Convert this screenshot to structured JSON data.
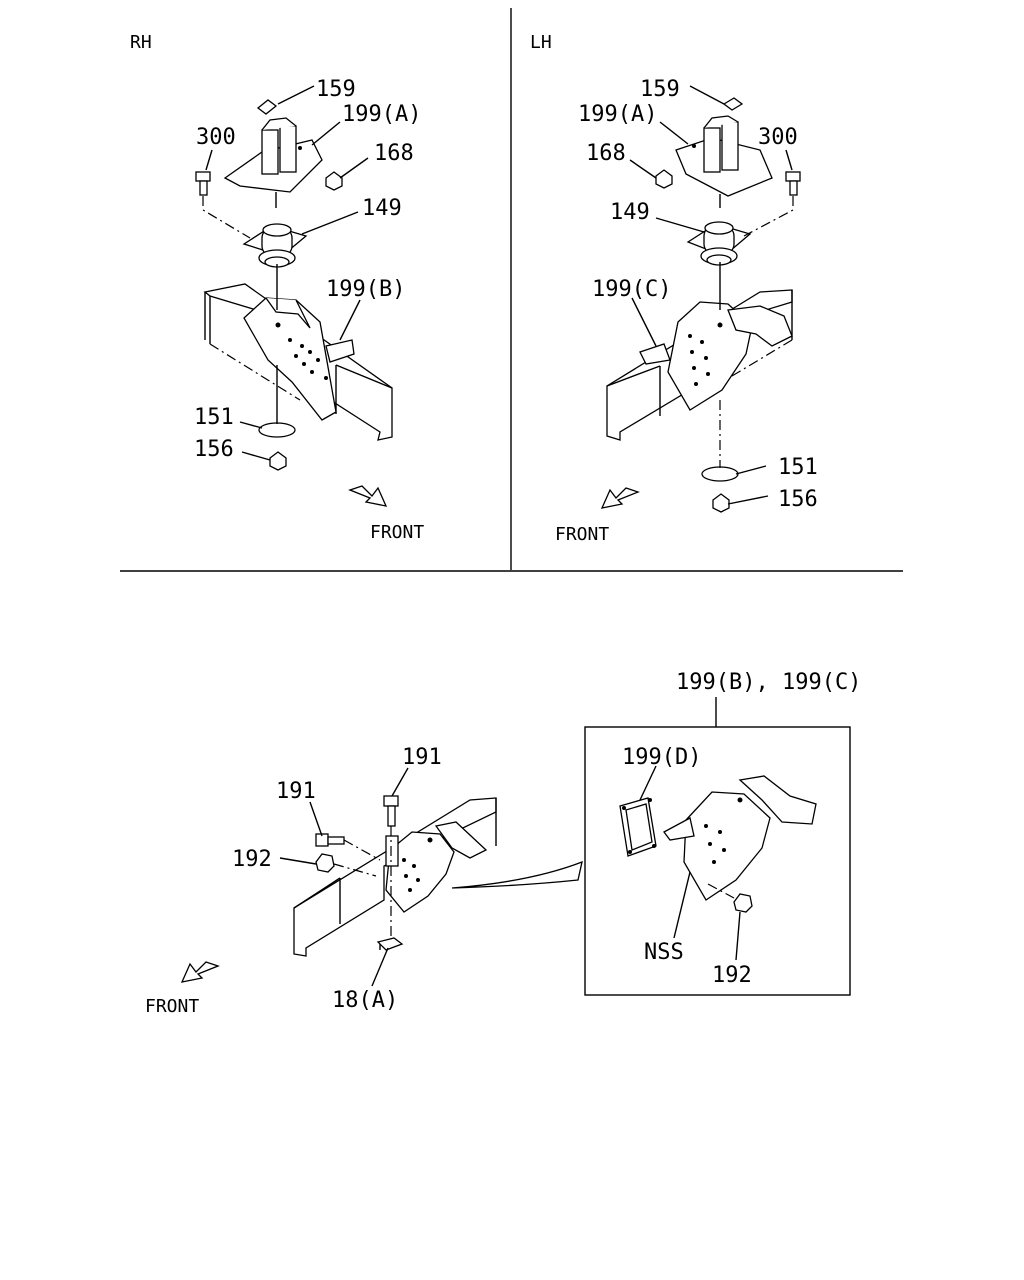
{
  "sections": {
    "rh": "RH",
    "lh": "LH"
  },
  "front_labels": [
    "FRONT",
    "FRONT",
    "FRONT"
  ],
  "callouts_rh": [
    {
      "id": "159",
      "text": "159"
    },
    {
      "id": "199a",
      "text": "199(A)"
    },
    {
      "id": "300",
      "text": "300"
    },
    {
      "id": "168",
      "text": "168"
    },
    {
      "id": "149",
      "text": "149"
    },
    {
      "id": "199b",
      "text": "199(B)"
    },
    {
      "id": "151",
      "text": "151"
    },
    {
      "id": "156",
      "text": "156"
    }
  ],
  "callouts_lh": [
    {
      "id": "159",
      "text": "159"
    },
    {
      "id": "199a",
      "text": "199(A)"
    },
    {
      "id": "300",
      "text": "300"
    },
    {
      "id": "168",
      "text": "168"
    },
    {
      "id": "149",
      "text": "149"
    },
    {
      "id": "199c",
      "text": "199(C)"
    },
    {
      "id": "151",
      "text": "151"
    },
    {
      "id": "156",
      "text": "156"
    }
  ],
  "callouts_bottom": [
    {
      "id": "191a",
      "text": "191"
    },
    {
      "id": "191b",
      "text": "191"
    },
    {
      "id": "192",
      "text": "192"
    },
    {
      "id": "18a",
      "text": "18(A)"
    }
  ],
  "detail_box": {
    "header": "199(B), 199(C)",
    "callouts": [
      {
        "id": "199d",
        "text": "199(D)"
      },
      {
        "id": "nss",
        "text": "NSS"
      },
      {
        "id": "192",
        "text": "192"
      }
    ]
  }
}
